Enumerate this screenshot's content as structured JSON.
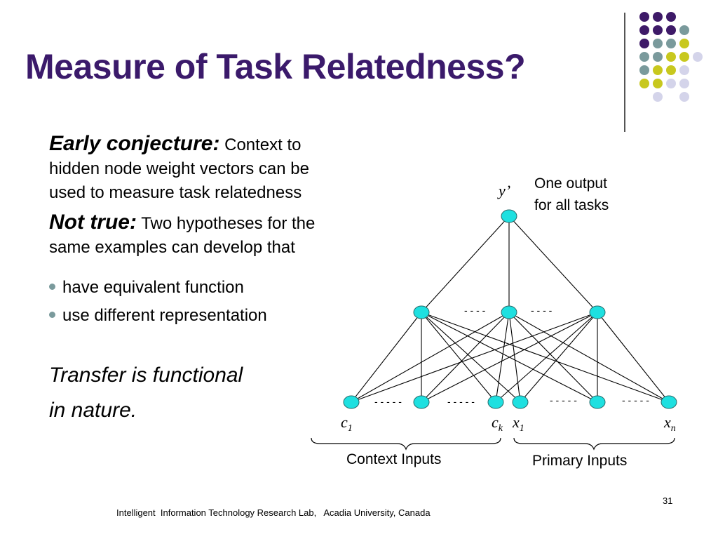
{
  "slide": {
    "title": "Measure of Task Relatedness?",
    "para1_bold": "Early conjecture:",
    "para1_rest_line1": " Context to",
    "para1_line2": "hidden node weight vectors can be",
    "para1_line3": "used to measure task relatedness",
    "para2_bold": "Not true:",
    "para2_rest_line1": " Two hypotheses for the",
    "para2_line2": "same examples can develop that",
    "bullets": [
      "have equivalent function",
      "use different representation"
    ],
    "conclusion_line1": "Transfer is functional",
    "conclusion_line2": "in nature.",
    "footer": "Intelligent  Information Technology Research Lab,   Acadia University, Canada",
    "page_number": "31"
  },
  "diagram": {
    "output_label": "y’",
    "output_note_line1": "One output",
    "output_note_line2": "for all tasks",
    "ellipsis": "- - - -",
    "ellipsis_input": "- - - - -",
    "c1": "c",
    "c1_sub": "1",
    "ck": "c",
    "ck_sub": "k",
    "x1": "x",
    "x1_sub": "1",
    "xn": "x",
    "xn_sub": "n",
    "context_inputs": "Context Inputs",
    "primary_inputs": "Primary Inputs",
    "node_color": "#1ee0e0"
  },
  "colors": {
    "title": "#3b1a6b",
    "dot_purple": "#3e1a68",
    "dot_teal": "#7a9a9c",
    "dot_yellow": "#c8c81e",
    "dot_lavender": "#d4d4ea"
  }
}
